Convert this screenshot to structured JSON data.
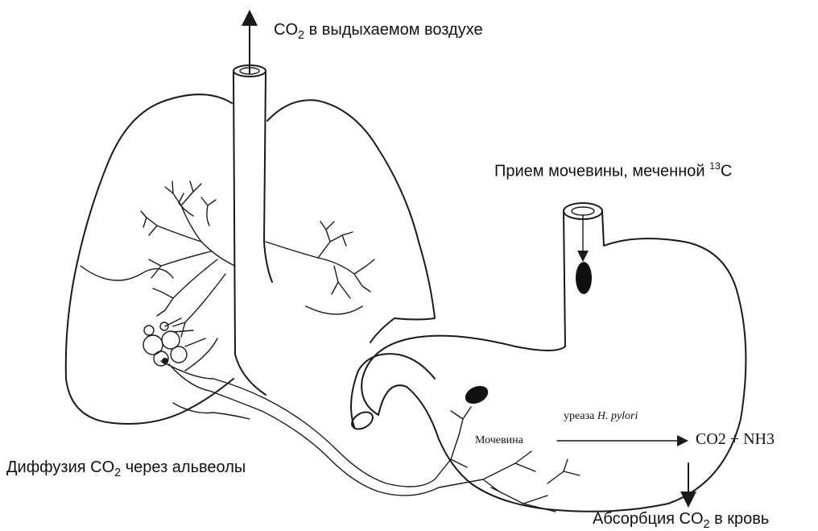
{
  "labels": {
    "breath_co2_prefix": "CO",
    "breath_co2_sub": "2",
    "breath_co2_rest": " в выдыхаемом воздухе",
    "urea_intake_text": "Прием мочевины, меченной ",
    "urea_intake_sup": "13",
    "urea_intake_elem": "C",
    "diffusion_prefix": "Диффузия CO",
    "diffusion_sub": "2",
    "diffusion_rest": " через альвеолы",
    "absorption_prefix": "Абсорбция CO",
    "absorption_sub": "2",
    "absorption_rest": " в кровь"
  },
  "reaction": {
    "substrate": "Мочевина",
    "enzyme_prefix": "уреаза ",
    "enzyme_organism": "H. pylori",
    "products_co2": "CO2",
    "products_plus": " + ",
    "products_nh3": "NH3"
  },
  "colors": {
    "ink": "#1a1a1a",
    "background": "#ffffff"
  }
}
